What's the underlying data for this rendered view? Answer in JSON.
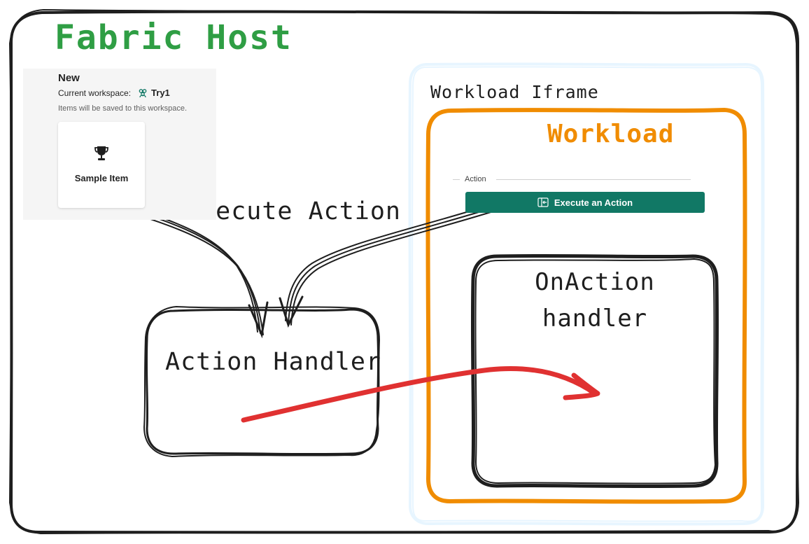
{
  "diagram": {
    "host_title": "Fabric Host",
    "iframe_title": "Workload Iframe",
    "workload_title": "Workload",
    "execute_action_label": "Execute Action",
    "action_handler_label": "Action Handler",
    "onaction_label_line1": "OnAction",
    "onaction_label_line2": "handler"
  },
  "new_panel": {
    "title": "New",
    "workspace_label": "Current workspace:",
    "workspace_name": "Try1",
    "saved_note": "Items will be saved to this workspace.",
    "card_label": "Sample Item",
    "card_icon": "trophy-icon"
  },
  "workload_ui": {
    "section_label": "Action",
    "button_label": "Execute an Action",
    "button_icon": "panel-enter-icon"
  },
  "colors": {
    "host_title": "#2f9e44",
    "workload": "#f08c00",
    "iframe_border": "#e7f5ff",
    "red_arrow": "#e03131",
    "button": "#117865",
    "ink": "#1e1e1e"
  }
}
